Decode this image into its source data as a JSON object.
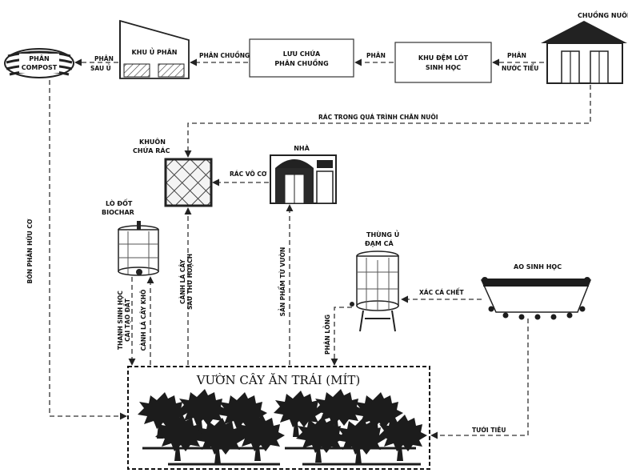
{
  "nodes": {
    "chuong_nuoi": "CHUỒNG NUÔI",
    "khu_dem_lot": [
      "KHU ĐỆM LÓT",
      "SINH HỌC"
    ],
    "luu_chua": [
      "LƯU CHỨA",
      "PHÂN CHUỒNG"
    ],
    "khu_u_phan": "KHU Ủ PHÂN",
    "phan_compost": [
      "PHÂN",
      "COMPOST"
    ],
    "khuon_chua_rac": [
      "KHUÔN",
      "CHỨA RÁC"
    ],
    "nha": "NHÀ",
    "lo_dot": [
      "LÒ ĐỐT",
      "BIOCHAR"
    ],
    "thung_u": [
      "THÙNG Ủ",
      "ĐẠM CÁ"
    ],
    "ao_sinh_hoc": "AO SINH HỌC",
    "vuon": "VƯỜN CÂY ĂN TRÁI (MÍT)"
  },
  "flows": {
    "phan_nuoc_tieu": [
      "PHÂN",
      "NƯỚC TIỂU"
    ],
    "phan": "PHÂN",
    "phan_chuong": "PHÂN CHUỒNG",
    "phan_sau_u": [
      "PHÂN",
      "SAU Ủ"
    ],
    "rac_chan_nuoi": "RÁC TRONG QUÁ TRÌNH CHĂN NUÔI",
    "rac_vo_co": "RÁC VÔ CƠ",
    "bon_phan": "BÓN PHÂN HỮU CƠ",
    "than_sinh_hoc": [
      "THANH SINH HỌC",
      "CẢI TẠO ĐẤT"
    ],
    "canh_la_kho": "CÀNH LÁ CÂY KHÔ",
    "canh_la_thu_hoach": [
      "CÀNH LÁ CÂY",
      "SAU THU HOẠCH"
    ],
    "san_pham_tu_vuon": "SẢN PHẨM TỪ VƯỜN",
    "phan_long": "PHÂN LỎNG",
    "xac_ca_chet": "XÁC CÁ CHẾT",
    "tuoi_tieu": "TƯỚI TIÊU"
  }
}
